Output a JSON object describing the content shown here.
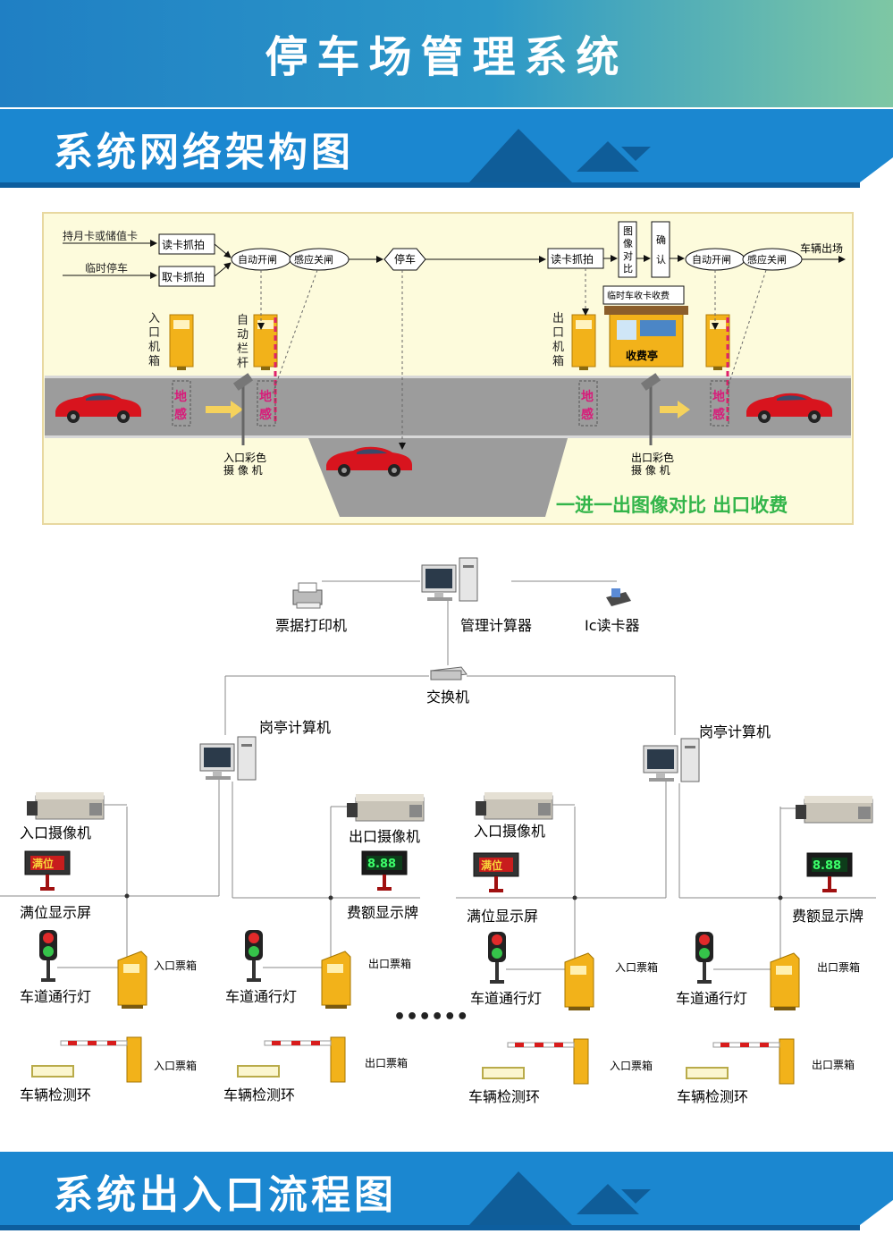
{
  "header": {
    "title": "停车场管理系统"
  },
  "section1": {
    "title": "系统网络架构图"
  },
  "section2": {
    "title": "系统出入口流程图"
  },
  "flow": {
    "card_monthly": "持月卡或储值卡",
    "card_temp": "临时停车",
    "read_capture": "读卡抓拍",
    "take_capture": "取卡抓拍",
    "auto_open": "自动开闸",
    "sense_close": "感应关闸",
    "park": "停车",
    "exit_read_capture": "读卡抓拍",
    "image_compare": "图像对比",
    "confirm": "确认",
    "temp_fee": "临时车收卡收费",
    "booth": "收费亭",
    "vehicle_exit": "车辆出场",
    "entry_box": "入口机箱",
    "auto_barrier": "自动栏杆",
    "exit_box": "出口机箱",
    "ground_sense": "地感",
    "entry_cam": "入口彩色摄 像 机",
    "entry_cam_l1": "入口彩色",
    "entry_cam_l2": "摄 像 机",
    "exit_cam_l1": "出口彩色",
    "exit_cam_l2": "摄 像 机",
    "slogan": "一进一出图像对比  出口收费"
  },
  "network": {
    "printer": "票据打印机",
    "mgmt_pc": "管理计算器",
    "ic_reader": "Ic读卡器",
    "switch": "交换机",
    "booth_pc": "岗亭计算机",
    "entry_camera": "入口摄像机",
    "exit_camera": "出口摄像机",
    "full_display": "满位显示屏",
    "fee_display": "费额显示牌",
    "lane_light": "车道通行灯",
    "entry_box": "入口票箱",
    "exit_box": "出口票箱",
    "loop": "车辆检测环",
    "full_sign": "满位",
    "fee_digits": "8.88",
    "ellipsis": "••••••"
  },
  "colors": {
    "brand": "#1b87d0",
    "flow_bg": "#fdfbdc",
    "slogan": "#33b54a",
    "car": "#d8141e",
    "gate": "#f2b21a"
  }
}
